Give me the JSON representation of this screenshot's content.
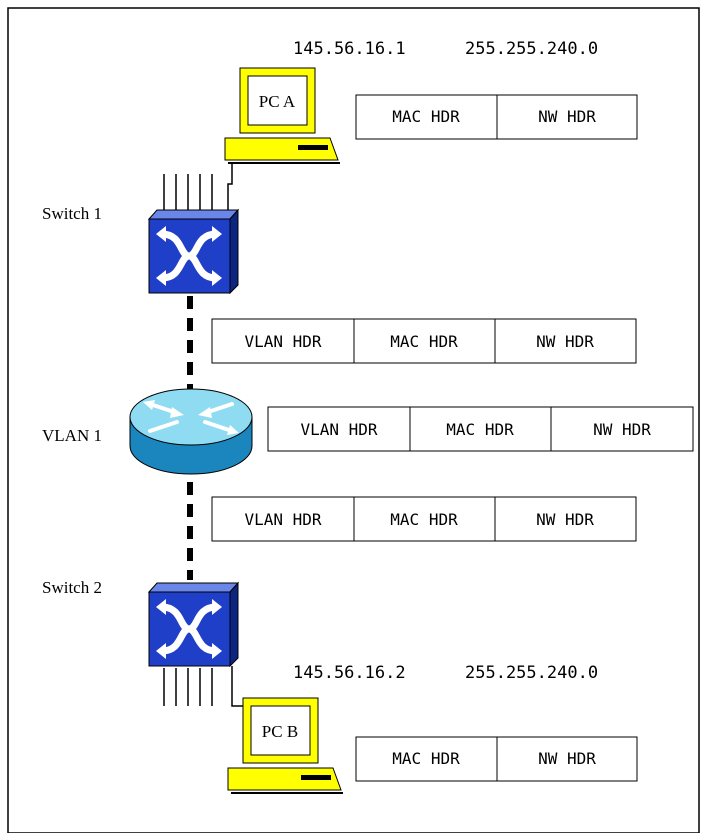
{
  "pc_a": {
    "label": "PC A",
    "ip": "145.56.16.1",
    "mask": "255.255.240.0",
    "frame": [
      "MAC HDR",
      "NW HDR"
    ]
  },
  "switch1": {
    "label": "Switch 1"
  },
  "segment_top": {
    "frame": [
      "VLAN HDR",
      "MAC HDR",
      "NW HDR"
    ]
  },
  "router": {
    "label": "VLAN 1"
  },
  "router_frame": {
    "frame": [
      "VLAN HDR",
      "MAC HDR",
      "NW HDR"
    ]
  },
  "segment_bottom": {
    "frame": [
      "VLAN HDR",
      "MAC HDR",
      "NW HDR"
    ]
  },
  "switch2": {
    "label": "Switch 2"
  },
  "pc_b": {
    "label": "PC B",
    "ip": "145.56.16.2",
    "mask": "255.255.240.0",
    "frame": [
      "MAC HDR",
      "NW HDR"
    ]
  },
  "colors": {
    "switch_blue": "#1f3fc8",
    "router_cyan": "#2f9fd4",
    "pc_yellow": "#ffff00"
  }
}
